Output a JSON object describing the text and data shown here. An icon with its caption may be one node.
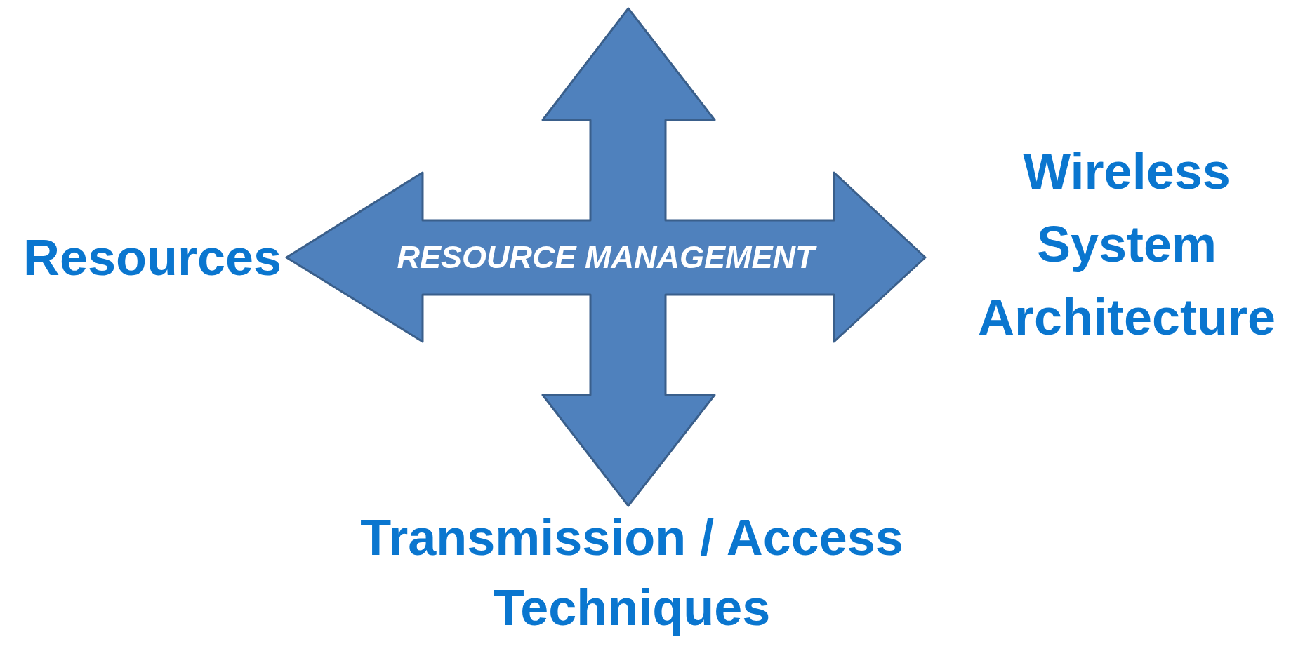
{
  "diagram": {
    "nodes": [
      {
        "text": [
          "RESOURCE MANAGEMENT"
        ]
      }
    ],
    "labels": [
      "Resources",
      "Wireless System Architecture",
      "Transmission / Access Techniques"
    ]
  }
}
